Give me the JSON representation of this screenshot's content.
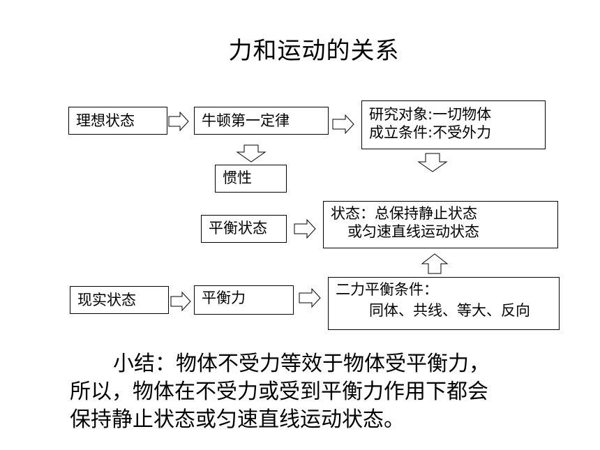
{
  "title": "力和运动的关系",
  "boxes": {
    "ideal_state": "理想状态",
    "newton_first_law": "牛顿第一定律",
    "research_object": "研究对象:一切物体",
    "condition": "成立条件:不受外力",
    "inertia": "惯性",
    "equilibrium_state": "平衡状态",
    "state_line1": "状态：总保持静止状态",
    "state_line2": "或匀速直线运动状态",
    "real_state": "现实状态",
    "balanced_force": "平衡力",
    "balance_cond_line1": "二力平衡条件：",
    "balance_cond_line2": "同体、共线、等大、反向"
  },
  "summary": {
    "line1": "小结：物体不受力等效于物体受平衡力，",
    "line2": "所以，物体在不受力或受到平衡力作用下都会",
    "line3": "保持静止状态或匀速直线运动状态。"
  }
}
